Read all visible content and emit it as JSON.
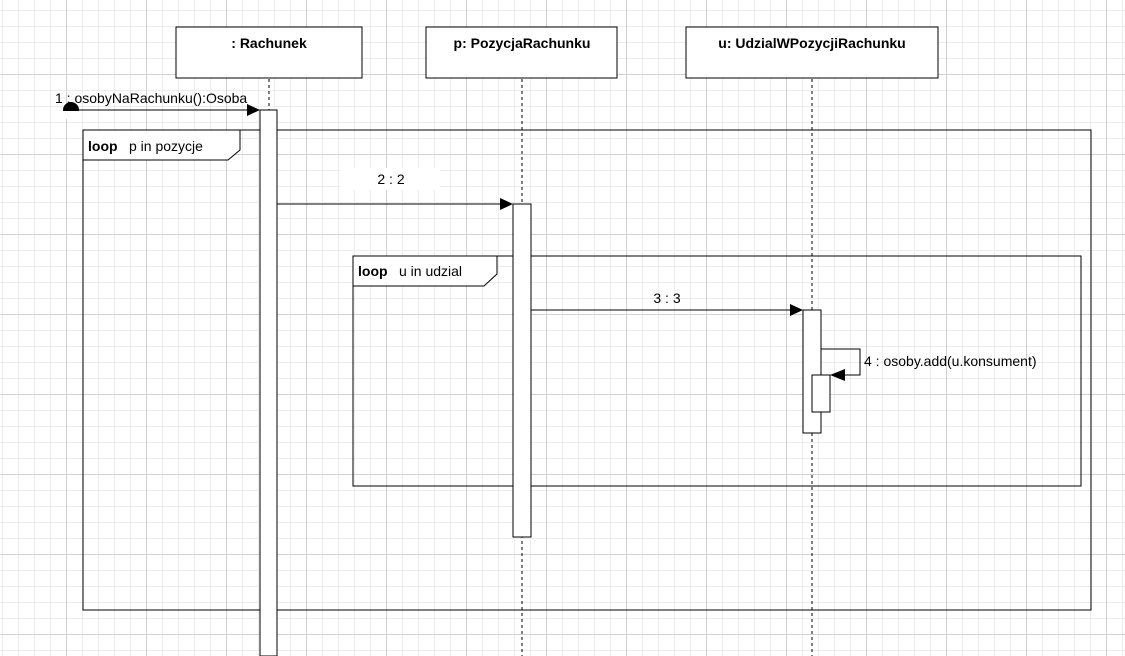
{
  "lifelines": [
    {
      "id": "rachunek",
      "label": ": Rachunek"
    },
    {
      "id": "pozycja",
      "label": "p: PozycjaRachunku"
    },
    {
      "id": "udzial",
      "label": "u: UdzialWPozycjiRachunku"
    }
  ],
  "messages": [
    {
      "label": "1 : osobyNaRachunku():Osoba"
    },
    {
      "label": "2 : 2"
    },
    {
      "label": "3 : 3"
    },
    {
      "label": "4 : osoby.add(u.konsument)"
    }
  ],
  "fragments": [
    {
      "keyword": "loop",
      "condition": "p in pozycje"
    },
    {
      "keyword": "loop",
      "condition": "u in udzial"
    }
  ]
}
